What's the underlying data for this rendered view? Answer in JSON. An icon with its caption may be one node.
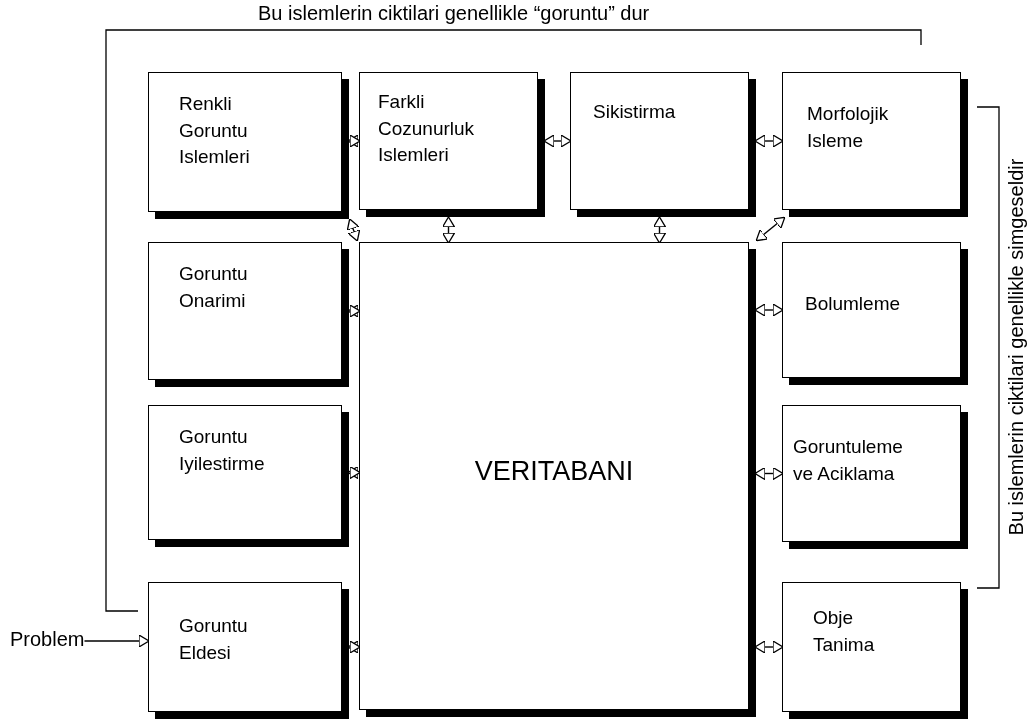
{
  "diagram": {
    "nodes": [
      {
        "text": [
          "Renkli Goruntu Islemleri"
        ]
      },
      {
        "text": [
          "Farkli Cozunurluk Islemleri"
        ]
      },
      {
        "text": [
          "Sikistirma"
        ]
      },
      {
        "text": [
          "Morfolojik Isleme"
        ]
      },
      {
        "text": [
          "Goruntu Onarimi"
        ]
      },
      {
        "text": [
          "VERITABANI"
        ]
      },
      {
        "text": [
          "Bolumleme"
        ]
      },
      {
        "text": [
          "Goruntu Iyilestirme"
        ]
      },
      {
        "text": [
          "Goruntuleme ve Aciklama"
        ]
      },
      {
        "text": [
          "Problem"
        ]
      },
      {
        "text": [
          "Goruntu Eldesi"
        ]
      },
      {
        "text": [
          "Obje Tanima"
        ]
      }
    ],
    "edges": [
      {
        "from": 9,
        "to": 10,
        "arrow": "to"
      },
      {
        "from": 0,
        "to": 1,
        "arrow": "both"
      },
      {
        "from": 1,
        "to": 2,
        "arrow": "both"
      },
      {
        "from": 2,
        "to": 3,
        "arrow": "both"
      },
      {
        "from": 0,
        "to": 5,
        "arrow": "both"
      },
      {
        "from": 1,
        "to": 5,
        "arrow": "both"
      },
      {
        "from": 2,
        "to": 5,
        "arrow": "both"
      },
      {
        "from": 3,
        "to": 5,
        "arrow": "both"
      },
      {
        "from": 4,
        "to": 5,
        "arrow": "both"
      },
      {
        "from": 7,
        "to": 5,
        "arrow": "both"
      },
      {
        "from": 10,
        "to": 5,
        "arrow": "both"
      },
      {
        "from": 5,
        "to": 6,
        "arrow": "both"
      },
      {
        "from": 5,
        "to": 8,
        "arrow": "both"
      },
      {
        "from": 5,
        "to": 11,
        "arrow": "both"
      }
    ],
    "labels": [
      "Bu islemlerin ciktilari genellikle “goruntu” dur",
      "Bu islemlerin ciktilari genellikle simgeseldir"
    ]
  }
}
